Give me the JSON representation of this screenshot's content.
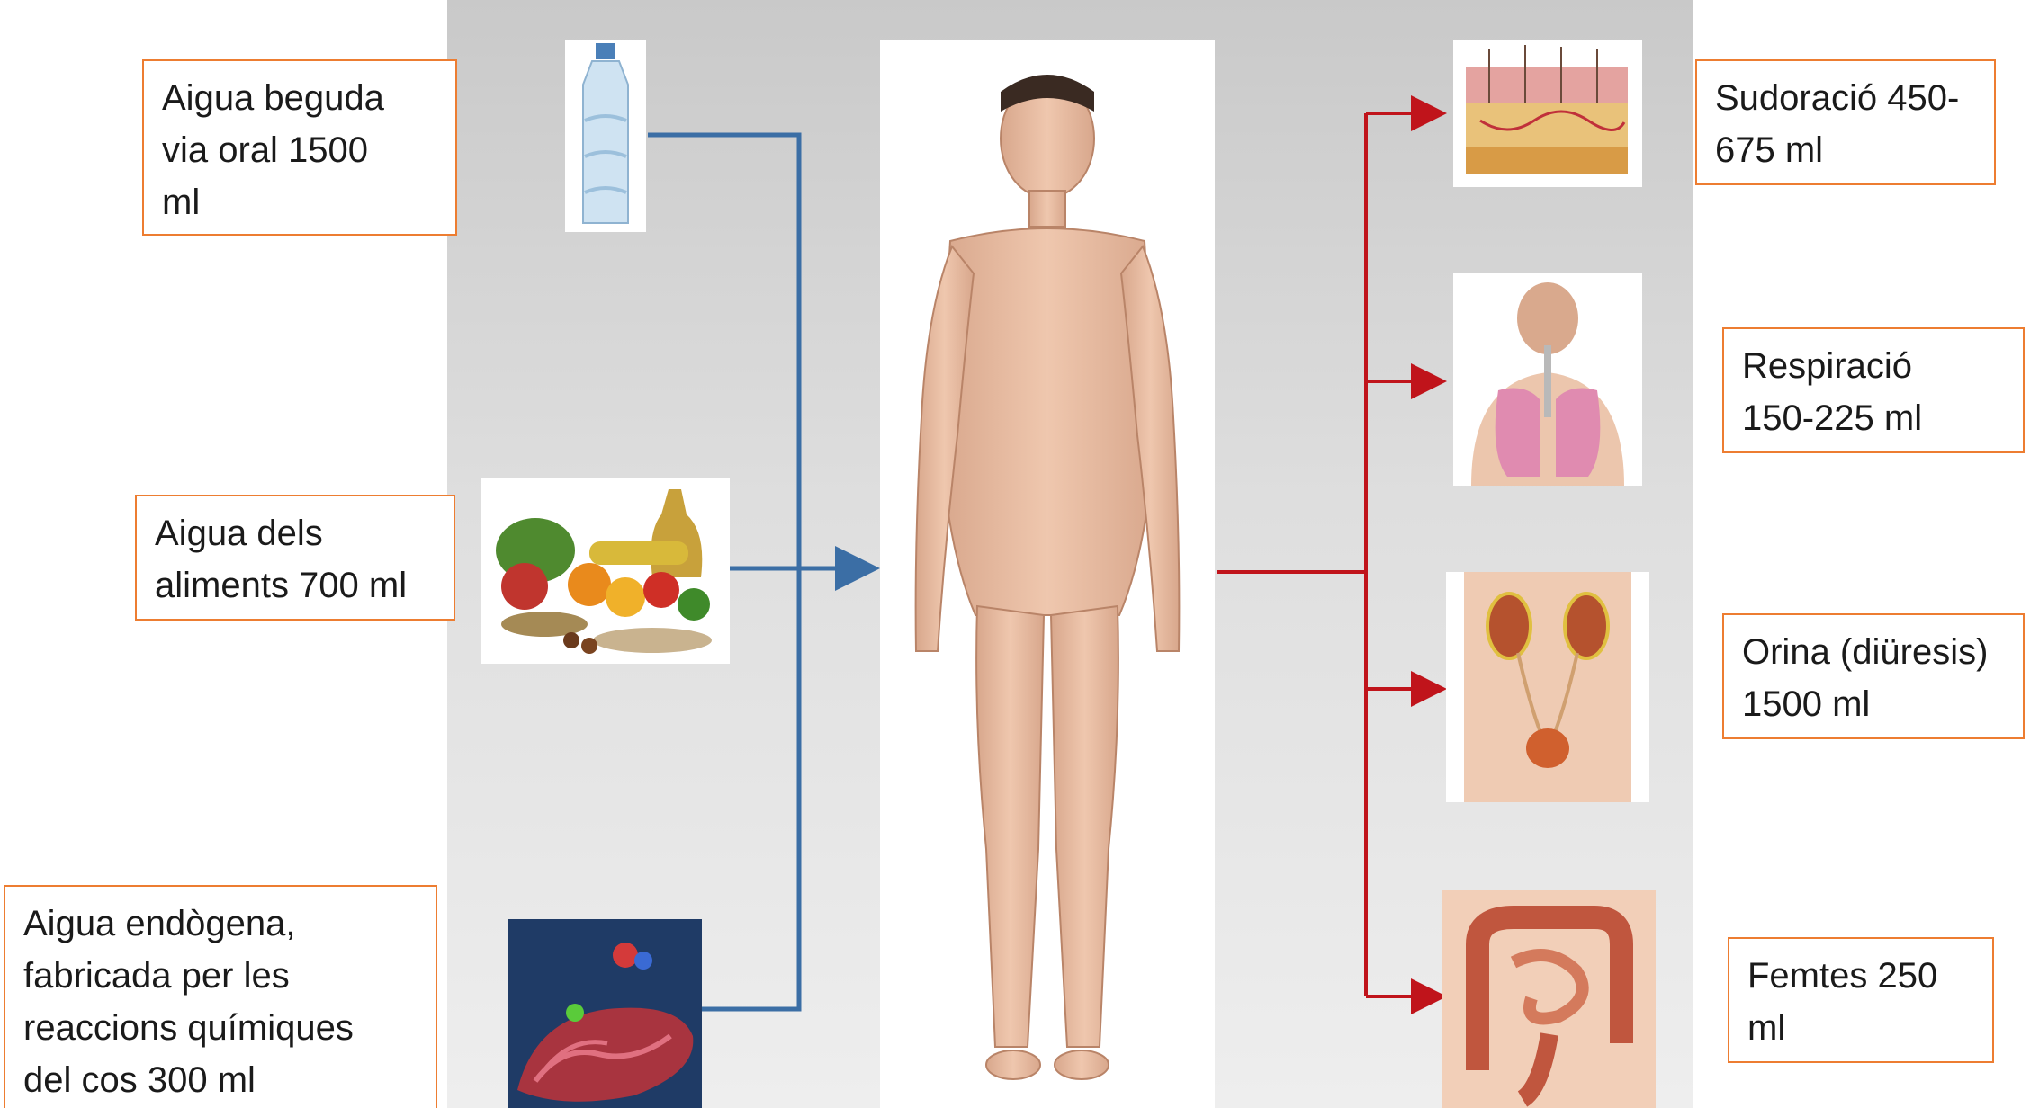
{
  "intake": [
    {
      "id": "drink",
      "text": "Aigua beguda\nvia oral 1500\nml",
      "image": "water-bottle"
    },
    {
      "id": "food",
      "text": "Aigua dels\naliments 700 ml",
      "image": "food"
    },
    {
      "id": "endo",
      "text": "Aigua endògena,\nfabricada per les\nreaccions químiques\ndel cos  300 ml",
      "image": "mitochondrion"
    }
  ],
  "output": [
    {
      "id": "sweat",
      "text": "Sudoració 450-\n675 ml",
      "image": "skin-section"
    },
    {
      "id": "breath",
      "text": "Respiració\n150-225 ml",
      "image": "lungs"
    },
    {
      "id": "urine",
      "text": "Orina (diüresis)\n1500 ml",
      "image": "kidneys"
    },
    {
      "id": "feces",
      "text": "Femtes 250\nml",
      "image": "intestines"
    }
  ],
  "colors": {
    "intake_arrow": "#3b6ea5",
    "output_arrow": "#c0141b",
    "box_border": "#ed7d31"
  },
  "central_image": "human-body"
}
